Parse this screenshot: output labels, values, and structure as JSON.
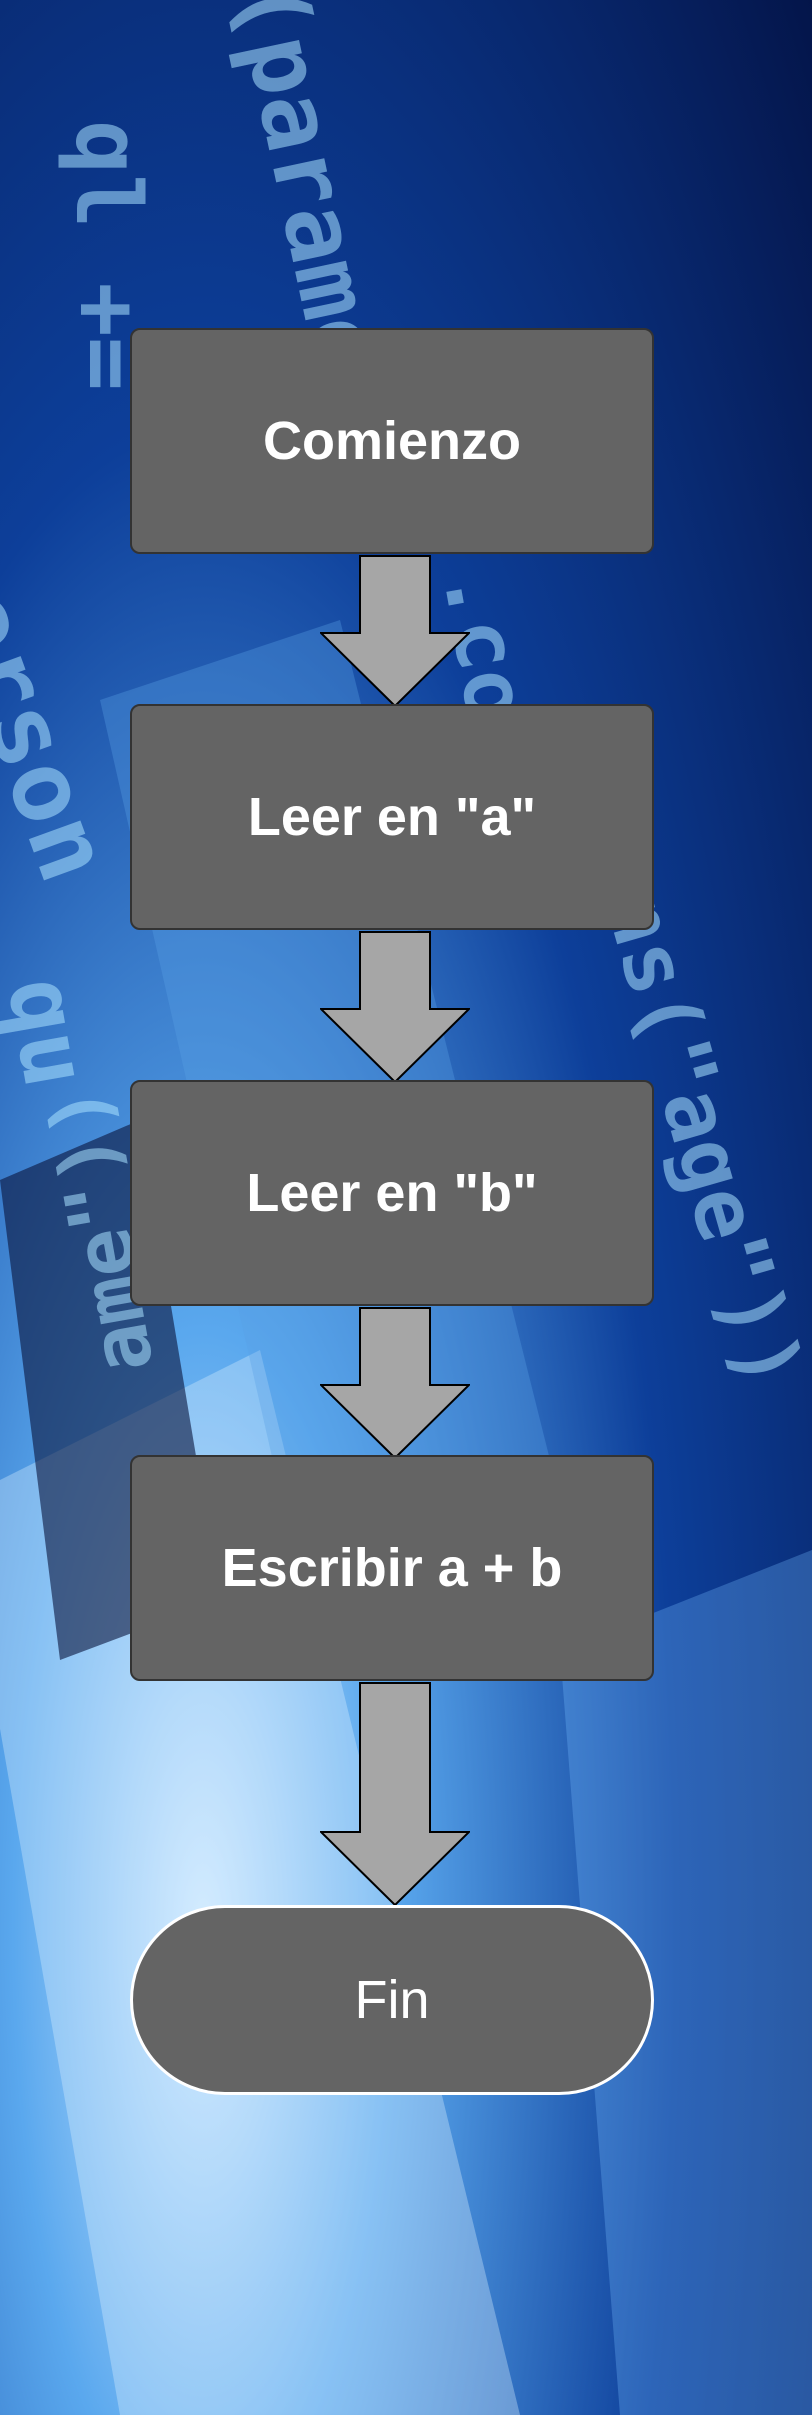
{
  "diagram": {
    "nodes": [
      {
        "id": "start",
        "label": "Comienzo",
        "shape": "rectangle"
      },
      {
        "id": "read-a",
        "label": "Leer en \"a\"",
        "shape": "rectangle"
      },
      {
        "id": "read-b",
        "label": "Leer en \"b\"",
        "shape": "rectangle"
      },
      {
        "id": "write-sum",
        "label": "Escribir a + b",
        "shape": "rectangle"
      },
      {
        "id": "end",
        "label": "Fin",
        "shape": "terminal"
      }
    ],
    "edges": [
      {
        "from": "start",
        "to": "read-a"
      },
      {
        "from": "read-a",
        "to": "read-b"
      },
      {
        "from": "read-b",
        "to": "write-sum"
      },
      {
        "from": "write-sum",
        "to": "end"
      }
    ]
  },
  "background": {
    "code_fragments": [
      "ql +=",
      "(parame",
      "/person",
      "qu",
      ".co",
      "ns(\"age\"))",
      "ame\"))"
    ]
  },
  "colors": {
    "node_fill": "#646464",
    "arrow_fill": "#a6a6a6",
    "text": "#ffffff"
  }
}
